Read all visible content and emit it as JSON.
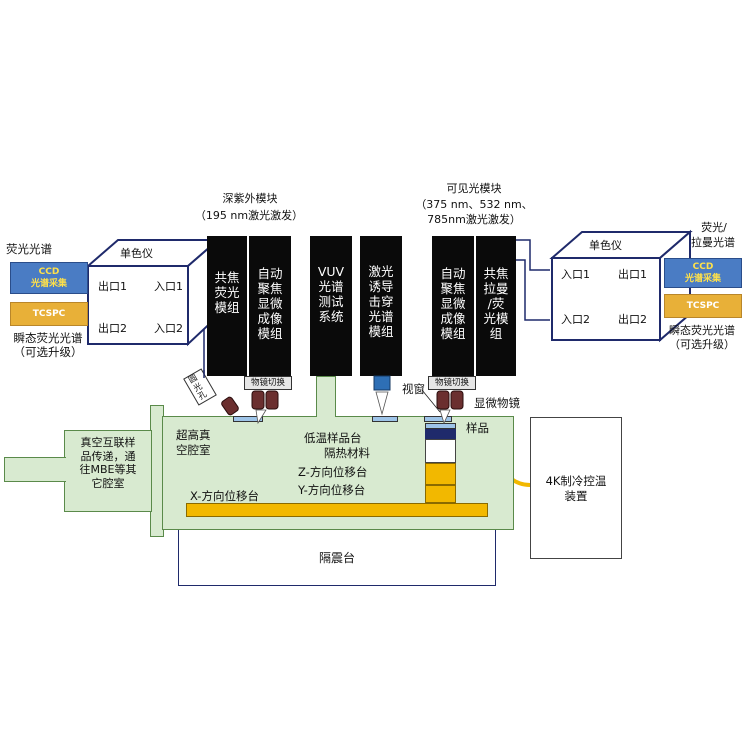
{
  "left_section": {
    "fluorescence_spectrum": "荧光光谱",
    "ccd_label": "CCD",
    "ccd_sub": "光谱采集",
    "tcspc_label": "TCSPC",
    "transient_line1": "瞬态荧光光谱",
    "transient_line2": "（可选升级）",
    "monochromator_title": "单色仪",
    "exit1": "出口1",
    "entrance1": "入口1",
    "exit2": "出口2",
    "entrance2": "入口2"
  },
  "right_section": {
    "fl_raman_line1": "荧光/",
    "fl_raman_line2": "拉曼光谱",
    "ccd_label": "CCD",
    "ccd_sub": "光谱采集",
    "tcspc_label": "TCSPC",
    "transient_line1": "瞬态荧光光谱",
    "transient_line2": "（可选升级）",
    "monochromator_title": "单色仪",
    "entrance1": "入口1",
    "exit1": "出口1",
    "entrance2": "入口2",
    "exit2": "出口2"
  },
  "duv_module": {
    "title": "深紫外模块",
    "subtitle": "（195 nm激光激发）"
  },
  "visible_module": {
    "title": "可见光模块",
    "subtitle1": "（375 nm、532 nm、",
    "subtitle2": "785nm激光激发）"
  },
  "modules": {
    "confocal_fl": "共焦\n荧光\n模组",
    "autofocus_left": "自动\n聚焦\n显微\n成像\n模组",
    "vuv": "VUV\n光谱\n测试\n系统",
    "laser_breakdown": "激光\n诱导\n击穿\n光谱\n模组",
    "autofocus_right": "自动\n聚焦\n显微\n成像\n模组",
    "confocal_raman": "共焦\n拉曼\n/荧\n光模\n组"
  },
  "objective_switch_left": "物镜切换",
  "objective_switch_right": "物镜切换",
  "aperture": "圆\n光\n孔",
  "viewport": "视窗",
  "microscope_objective": "显微物镜",
  "chamber": {
    "uhv_chamber": "超高真\n空腔室",
    "low_temp_stage": "低温样品台",
    "insulation": "隔热材料",
    "z_stage": "Z-方向位移台",
    "y_stage": "Y-方向位移台",
    "x_stage": "X-方向位移台",
    "sample": "样品"
  },
  "vacuum_transfer": "真空互联样\n品传递，通\n往MBE等其\n它腔室",
  "cooling_device": "4K制冷控温\n装置",
  "isolation_table": "隔震台",
  "colors": {
    "module_black": "#0a0a0a",
    "chamber_green": "#d8ead0",
    "chamber_border": "#5a8a4a",
    "stage_gold": "#f2b800",
    "arrow_blue": "#2e6fb5",
    "navy": "#1f2a6b",
    "ccd_blue": "#4a7cc4",
    "tcspc_gold": "#e8b038",
    "light_blue": "#9ec4e8"
  }
}
